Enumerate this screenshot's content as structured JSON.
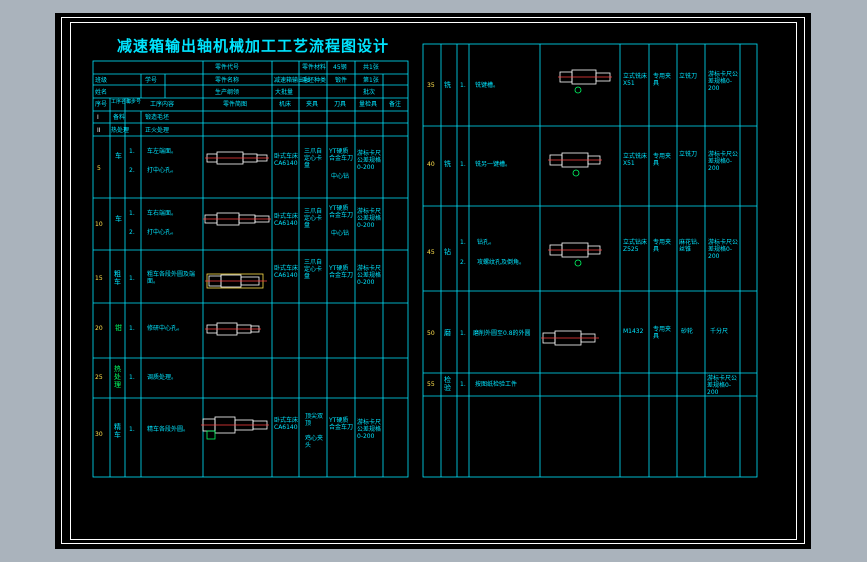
{
  "title": "减速箱输出轴机械加工工艺流程图设计",
  "colors": {
    "background": "#000000",
    "frame": "#ffffff",
    "grid": "#00e5ff",
    "text": "#00e5ff",
    "accent": "#00ff66",
    "highlight": "#ffe14d"
  },
  "left_table": {
    "header": {
      "r1": [
        "零件代号",
        "零件材料",
        "45钢",
        "共1张"
      ],
      "r2": [
        "零件名称",
        "减速箱输出轴",
        "毛坯种类",
        "锻件",
        "第1张"
      ],
      "r3": [
        "生产纲领",
        "大批量",
        "批次"
      ],
      "left_labels": [
        "班级",
        "学号",
        "姓名"
      ],
      "columns": [
        "序号",
        "工序名称",
        "工步号",
        "工序内容",
        "零件简图",
        "机床",
        "夹具",
        "刀具",
        "量检具",
        "备注"
      ]
    },
    "pre_rows": [
      {
        "no": "I",
        "name": "备料",
        "content": "锻造毛坯"
      },
      {
        "no": "II",
        "name": "热处理",
        "content": "正火处理"
      }
    ],
    "rows": [
      {
        "no": "5",
        "name": "车",
        "steps": [
          "1.",
          "2."
        ],
        "content": [
          "车左端面。",
          "打中心孔。"
        ],
        "machine": "卧式车床CA6140",
        "fixture": "三爪自定心卡盘",
        "tool": "YT硬质合金车刀",
        "tool2": "中心钻",
        "gauge": "游标卡尺公差规格0-200"
      },
      {
        "no": "10",
        "name": "车",
        "steps": [
          "1.",
          "2."
        ],
        "content": [
          "车右端面。",
          "打中心孔。"
        ],
        "machine": "卧式车床CA6140",
        "fixture": "三爪自定心卡盘",
        "tool": "YT硬质合金车刀",
        "tool2": "中心钻",
        "gauge": "游标卡尺公差规格0-200"
      },
      {
        "no": "15",
        "name": "粗车",
        "steps": [
          "1."
        ],
        "content": [
          "粗车各段外圆及端面。"
        ],
        "machine": "卧式车床CA6140",
        "fixture": "三爪自定心卡盘",
        "tool": "YT硬质合金车刀",
        "gauge": "游标卡尺公差规格0-200"
      },
      {
        "no": "20",
        "name": "钳",
        "steps": [
          "1."
        ],
        "content": [
          "修研中心孔。"
        ]
      },
      {
        "no": "25",
        "name": "热处理",
        "steps": [
          "1."
        ],
        "content": [
          "调质处理。"
        ]
      },
      {
        "no": "30",
        "name": "精车",
        "steps": [
          "1."
        ],
        "content": [
          "精车各段外圆。"
        ],
        "machine": "卧式车床CA6140",
        "fixture": "顶尖双顶",
        "fixture2": "鸡心夹头",
        "tool": "YT硬质合金车刀",
        "gauge": "游标卡尺公差规格0-200"
      }
    ]
  },
  "right_table": {
    "rows": [
      {
        "no": "35",
        "name": "铣",
        "steps": [
          "1."
        ],
        "content": [
          "铣键槽。"
        ],
        "machine": "立式铣床X51",
        "fixture": "专用夹具",
        "tool": "立铣刀",
        "gauge": "游标卡尺公差规格0-200"
      },
      {
        "no": "40",
        "name": "铣",
        "steps": [
          "1."
        ],
        "content": [
          "铣另一键槽。"
        ],
        "machine": "立式铣床X51",
        "fixture": "专用夹具",
        "tool": "立铣刀",
        "gauge": "游标卡尺公差规格0-200"
      },
      {
        "no": "45",
        "name": "钻",
        "steps": [
          "1.",
          "2."
        ],
        "content": [
          "钻孔。",
          "攻螺纹孔及倒角。"
        ],
        "machine": "立式钻床Z525",
        "fixture": "专用夹具",
        "tool": "麻花钻、丝锥",
        "gauge": "游标卡尺公差规格0-200"
      },
      {
        "no": "50",
        "name": "磨",
        "steps": [
          "1."
        ],
        "content": [
          "磨削外圆至0.8的外圆"
        ],
        "machine": "M1432",
        "fixture": "专用夹具",
        "tool": "砂轮",
        "gauge": "千分尺"
      },
      {
        "no": "55",
        "name": "检验",
        "steps": [
          "1."
        ],
        "content": [
          "按图纸检验工件"
        ],
        "gauge": "游标卡尺公差规格0-200"
      }
    ]
  }
}
